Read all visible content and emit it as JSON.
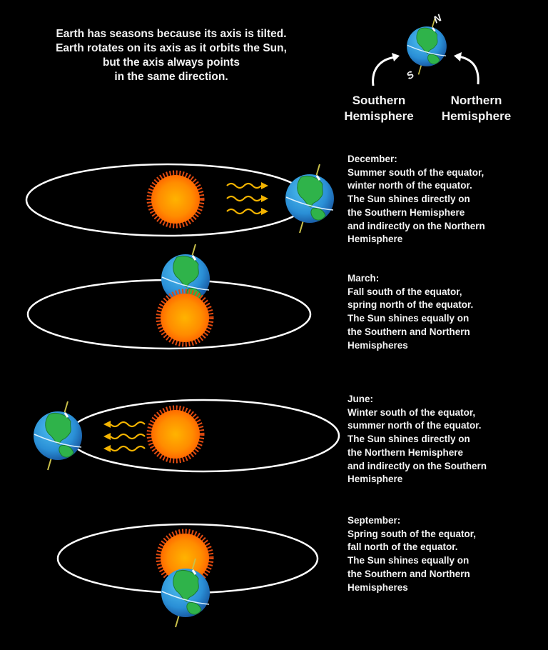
{
  "intro": {
    "lines": [
      "Earth has seasons because its axis is tilted.",
      "Earth rotates on its axis as it orbits the Sun,",
      "but the axis always points",
      "in the same direction."
    ]
  },
  "legend": {
    "north_pole_label": "N",
    "south_pole_label": "S",
    "southern_label": [
      "Southern",
      "Hemisphere"
    ],
    "northern_label": [
      "Northern",
      "Hemisphere"
    ]
  },
  "colors": {
    "background": "#000000",
    "orbit": "#ffffff",
    "sun": "#ff9a00",
    "sun_rays": "#e04a10",
    "earth_ocean": "#2a8fd6",
    "earth_land": "#2fb34a",
    "axis": "#c9c04a",
    "light_waves": "#f4b400"
  },
  "seasons": [
    {
      "month": "December:",
      "lines": [
        "Summer south of the equator,",
        "winter north of the equator.",
        "The Sun shines directly on",
        "the Southern Hemisphere",
        "and indirectly on the Northern",
        "Hemisphere"
      ]
    },
    {
      "month": "March:",
      "lines": [
        "Fall south of the equator,",
        "spring north of the equator.",
        "The Sun shines equally on",
        "the Southern and Northern",
        "Hemispheres"
      ]
    },
    {
      "month": "June:",
      "lines": [
        "Winter south of the equator,",
        "summer north of the equator.",
        "The Sun shines directly on",
        "the Northern Hemisphere",
        "and indirectly on the Southern",
        "Hemisphere"
      ]
    },
    {
      "month": "September:",
      "lines": [
        "Spring south of the equator,",
        "fall north of the equator.",
        "The Sun shines equally on",
        "the Southern and Northern",
        "Hemispheres"
      ]
    }
  ]
}
